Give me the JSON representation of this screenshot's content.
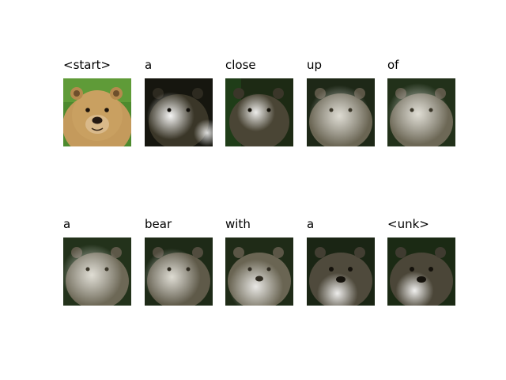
{
  "panels": [
    {
      "word": "<start>",
      "kind": "original"
    },
    {
      "word": "a",
      "kind": "attention",
      "focus": "left-snout"
    },
    {
      "word": "close",
      "kind": "attention",
      "focus": "upper-snout"
    },
    {
      "word": "up",
      "kind": "attention",
      "focus": "face"
    },
    {
      "word": "of",
      "kind": "attention",
      "focus": "face"
    },
    {
      "word": "a",
      "kind": "attention",
      "focus": "face"
    },
    {
      "word": "bear",
      "kind": "attention",
      "focus": "face"
    },
    {
      "word": "with",
      "kind": "attention",
      "focus": "lower-face"
    },
    {
      "word": "a",
      "kind": "attention",
      "focus": "chin"
    },
    {
      "word": "<unk>",
      "kind": "attention",
      "focus": "chin"
    }
  ]
}
